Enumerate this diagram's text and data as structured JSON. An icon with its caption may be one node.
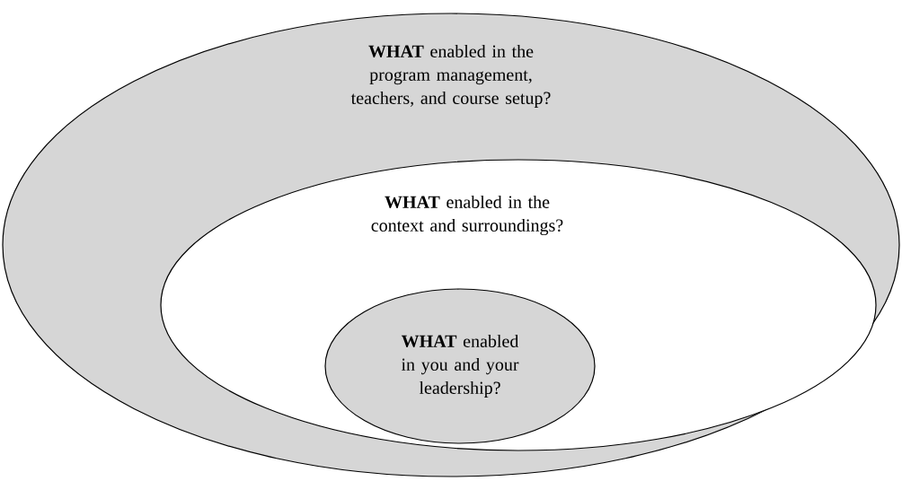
{
  "diagram": {
    "nodes": [
      {
        "text": [
          "**WHAT** enabled in the program management, teachers, and course setup?"
        ]
      },
      {
        "text": [
          "**WHAT** enabled in the context and surroundings?"
        ],
        "in": 0
      },
      {
        "text": [
          "**WHAT** enabled in you and your leadership?"
        ],
        "in": 1
      }
    ]
  }
}
